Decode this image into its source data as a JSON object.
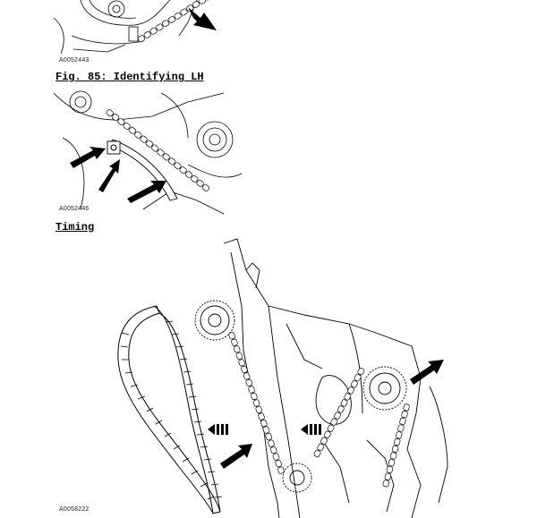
{
  "figures": [
    {
      "id": "A0052443"
    },
    {
      "caption": "Fig. 85: Identifying LH",
      "id": "A0052446"
    },
    {
      "caption": "Timing",
      "id": "A0058222"
    }
  ]
}
